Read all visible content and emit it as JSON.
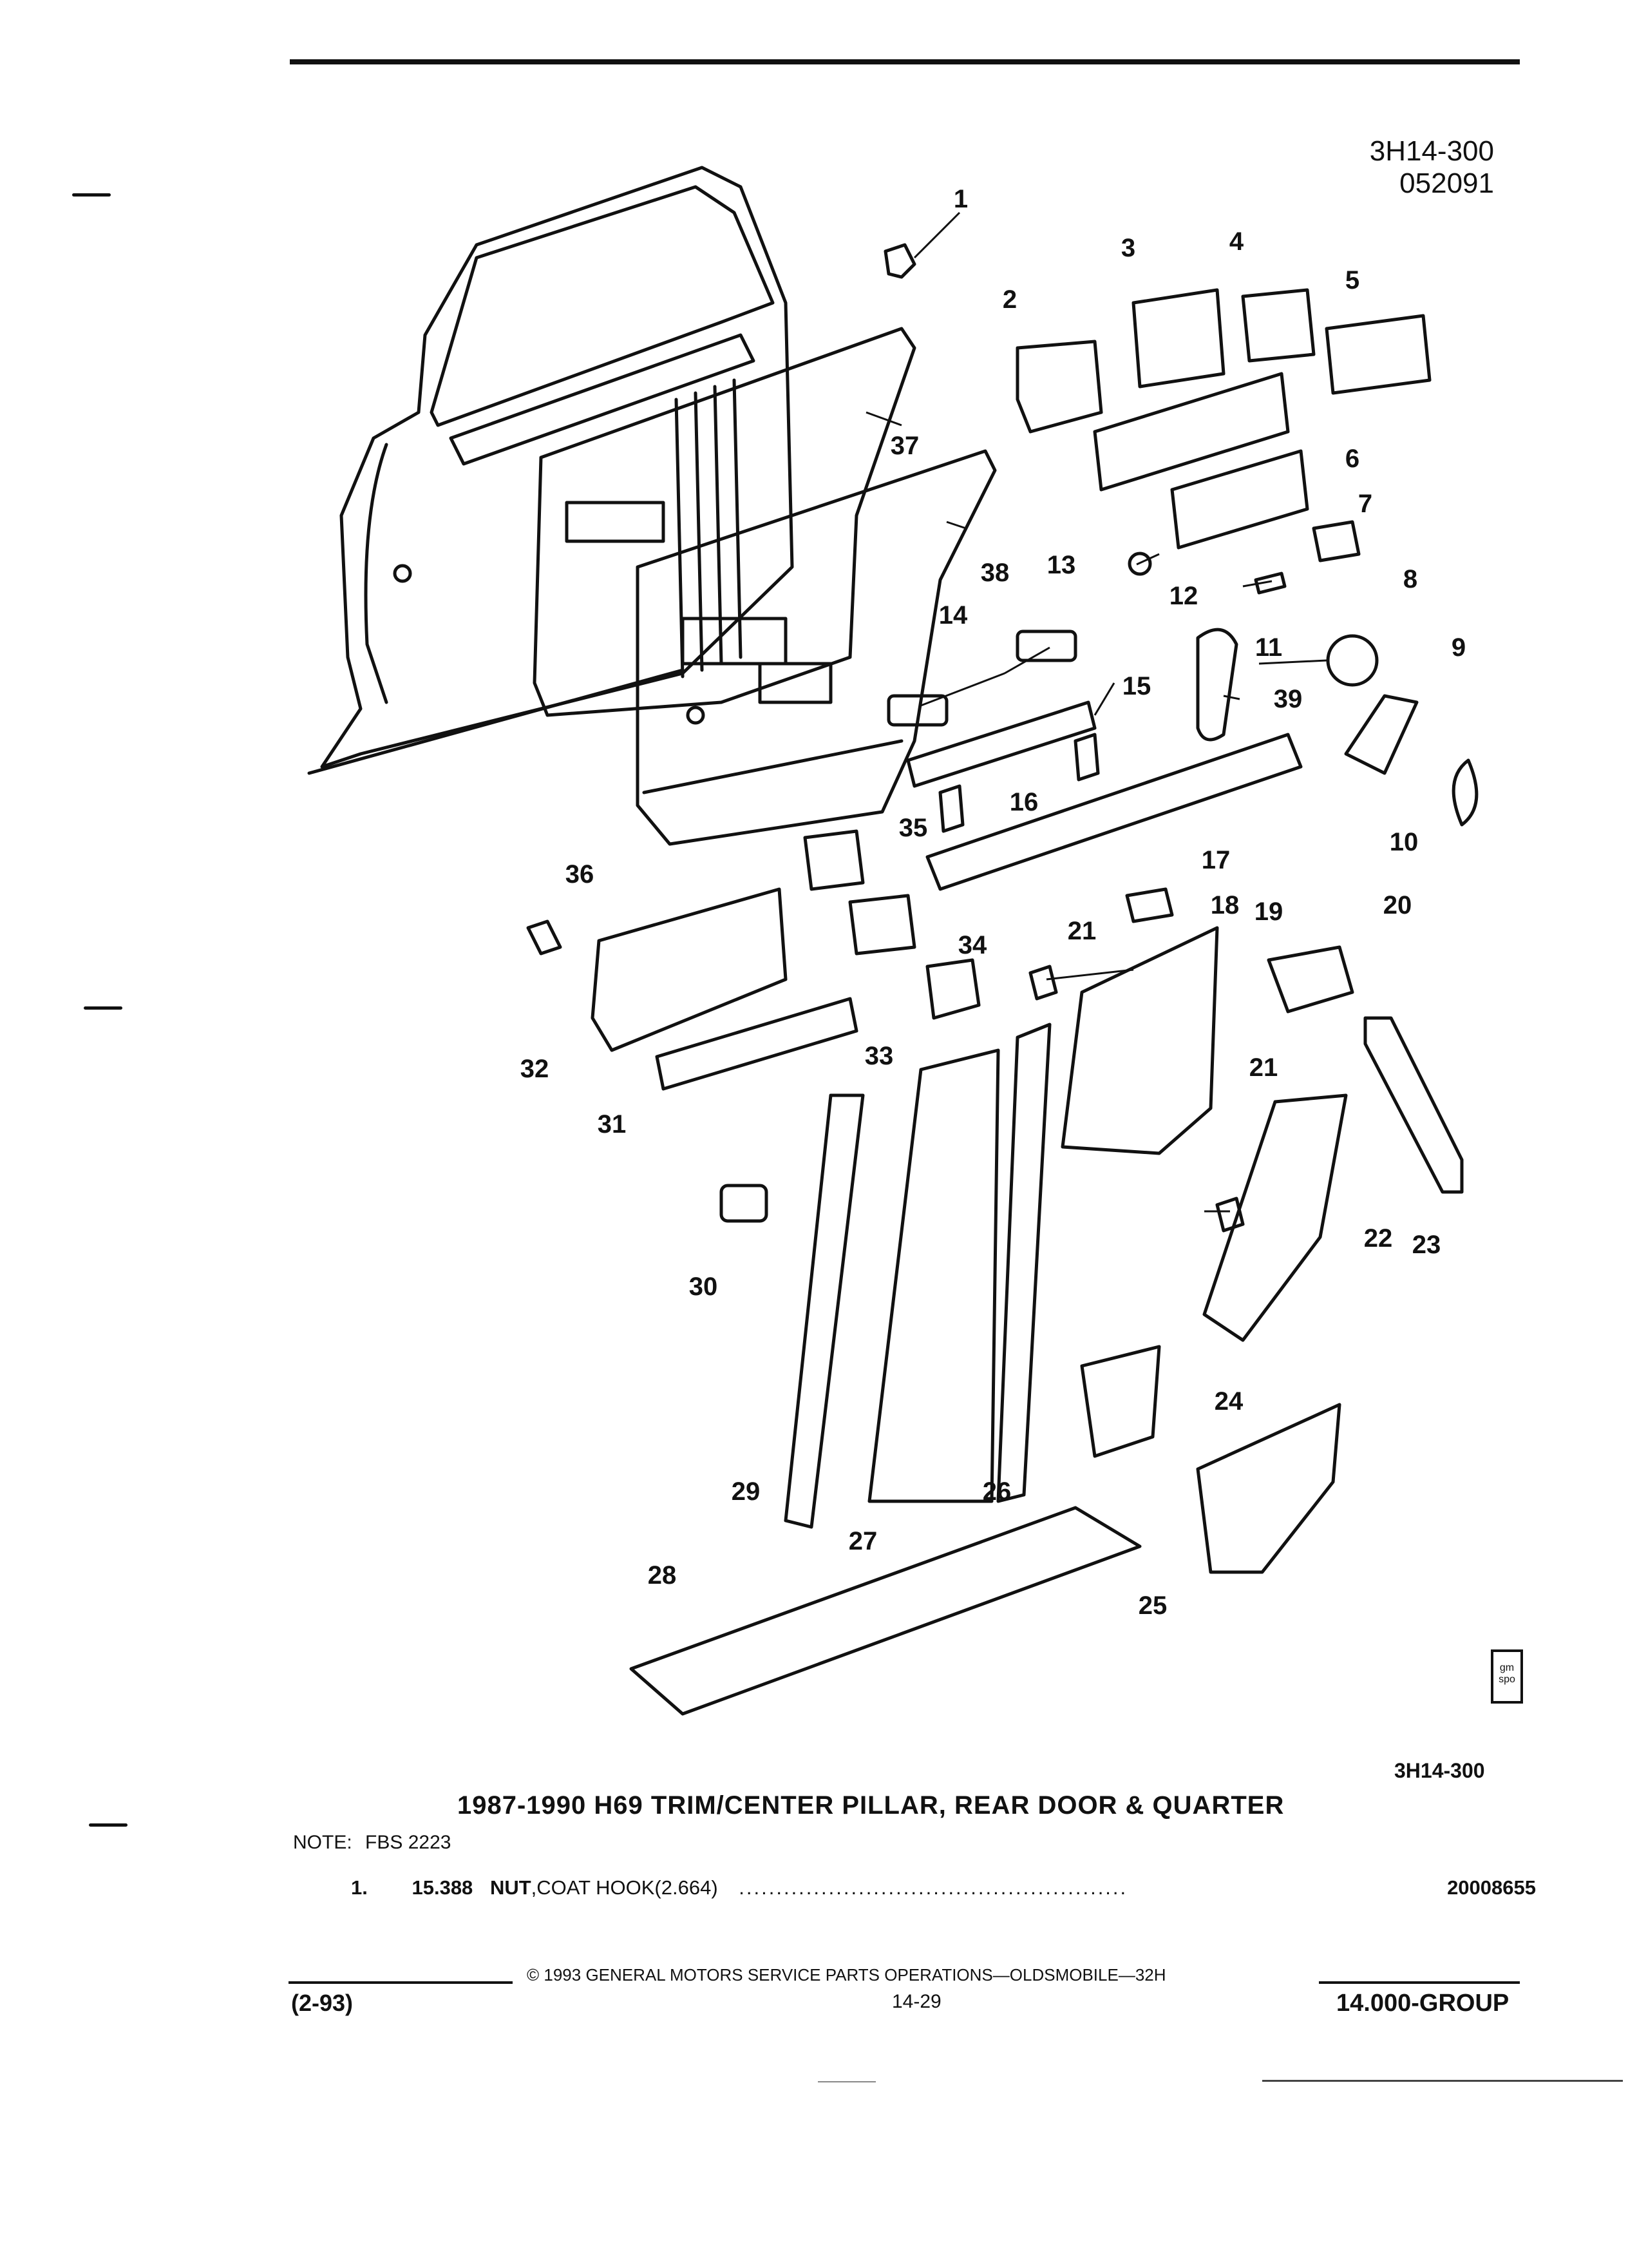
{
  "header": {
    "diagram_code": "3H14-300",
    "diagram_date": "052091"
  },
  "callouts": [
    "1",
    "2",
    "3",
    "4",
    "5",
    "6",
    "7",
    "8",
    "9",
    "10",
    "11",
    "12",
    "13",
    "14",
    "15",
    "16",
    "17",
    "18",
    "19",
    "20",
    "21",
    "21",
    "22",
    "23",
    "24",
    "25",
    "26",
    "27",
    "28",
    "29",
    "30",
    "31",
    "32",
    "33",
    "34",
    "35",
    "36",
    "37",
    "38",
    "39"
  ],
  "logo": {
    "line1": "gm",
    "line2": "spo"
  },
  "caption": {
    "code": "3H14-300",
    "title": "1987-1990 H69 TRIM/CENTER PILLAR, REAR DOOR & QUARTER",
    "note_label": "NOTE:",
    "note_value": "FBS 2223"
  },
  "parts_list": [
    {
      "index": "1.",
      "ref": "15.388",
      "name": "NUT",
      "description": ",COAT HOOK(2.664)",
      "leader": "....................................................",
      "part_number": "20008655"
    }
  ],
  "footer": {
    "copyright": "© 1993 GENERAL MOTORS SERVICE PARTS OPERATIONS—OLDSMOBILE—32H",
    "date_code": "(2-93)",
    "page": "14-29",
    "group": "14.000-GROUP"
  }
}
